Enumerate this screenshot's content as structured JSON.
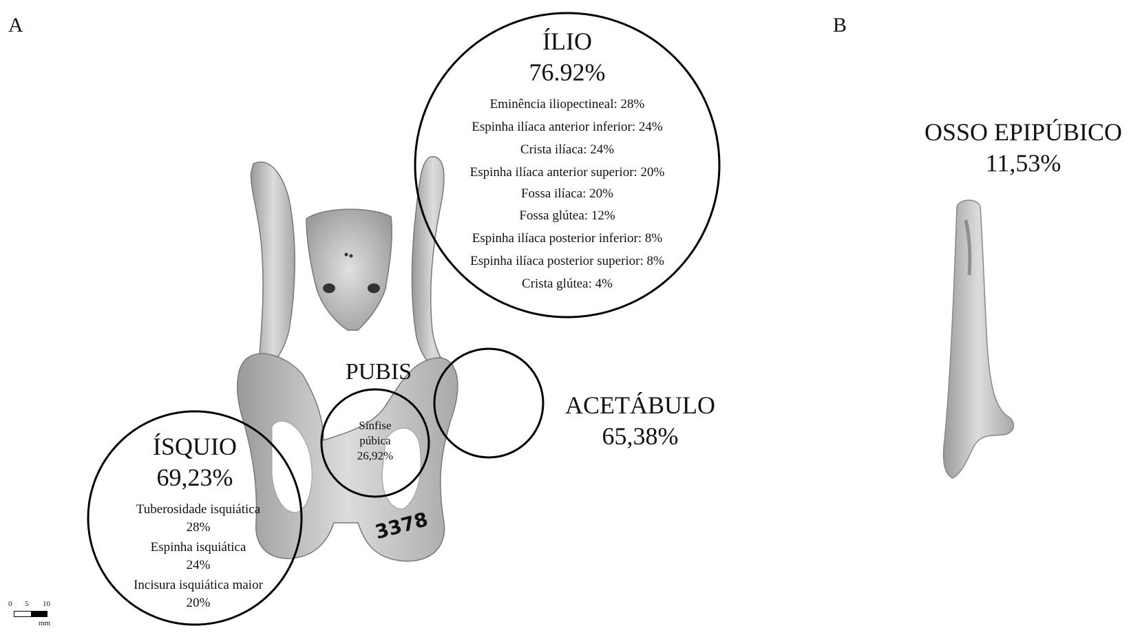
{
  "panels": {
    "a": "A",
    "b": "B"
  },
  "ilio": {
    "title": "ÍLIO",
    "percent": "76.92%",
    "items": [
      "Eminência iliopectineal: 28%",
      "Espinha ilíaca anterior inferior: 24%",
      "Crista ilíaca: 24%",
      "Espinha ilíaca anterior superior: 20%",
      "Fossa ilíaca: 20%",
      "Fossa glútea: 12%",
      "Espinha ilíaca posterior inferior: 8%",
      "Espinha ilíaca posterior superior: 8%",
      "Crista glútea: 4%"
    ]
  },
  "pubis": {
    "title": "PUBIS",
    "line1": "Sínfise",
    "line2": "púbica",
    "percent": "26,92%"
  },
  "acetabulo": {
    "title": "ACETÁBULO",
    "percent": "65,38%"
  },
  "isquio": {
    "title": "ÍSQUIO",
    "percent": "69,23%",
    "items": [
      "Tuberosidade isquiática",
      "28%",
      "Espinha isquiática",
      "24%",
      "Incisura isquiática maior",
      "20%"
    ]
  },
  "epipubico": {
    "title": "OSSO EPIPÚBICO",
    "percent": "11,53%"
  },
  "scale": {
    "t0": "0",
    "t1": "5",
    "t2": "10",
    "unit": "mm"
  },
  "specimen_label": "3378"
}
